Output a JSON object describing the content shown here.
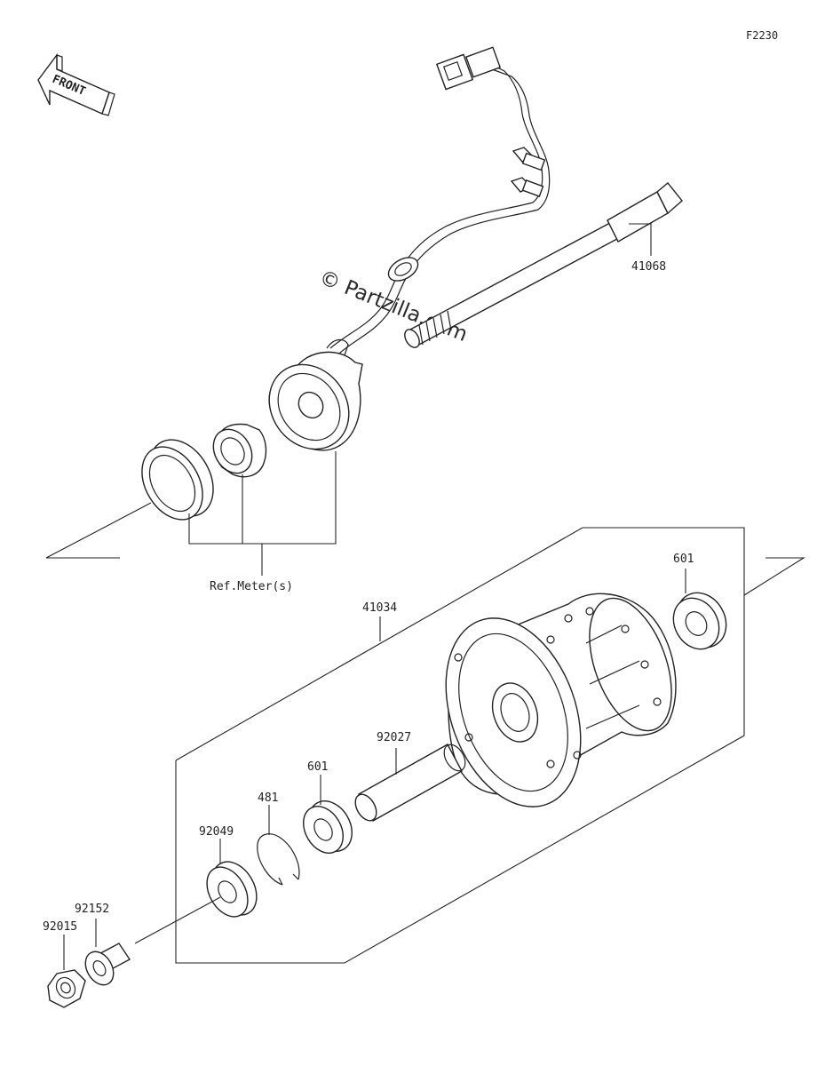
{
  "figure_code": "F2230",
  "front_arrow_text": "FRONT",
  "watermark": "© Partzilla.com",
  "labels": {
    "axle": "41068",
    "ref_meter": "Ref.Meter(s)",
    "hub": "41034",
    "bearing_right": "601",
    "collar": "92027",
    "bearing_left": "601",
    "circlip": "481",
    "seal": "92049",
    "spacer": "92152",
    "nut": "92015"
  }
}
